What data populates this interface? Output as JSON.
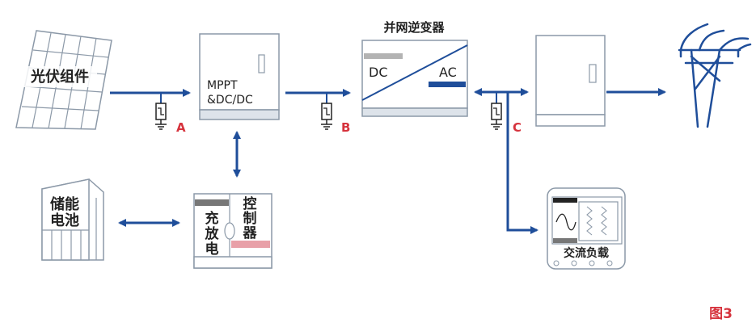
{
  "labels": {
    "pv_array": "光伏组件",
    "mppt_line1": "MPPT",
    "mppt_line2": "&DC/DC",
    "inverter_title": "并网逆变器",
    "dc": "DC",
    "ac": "AC",
    "storage_line1": "储能",
    "storage_line2": "电池",
    "charge_1": "充",
    "charge_2": "放",
    "charge_3": "电",
    "controller_1": "控",
    "controller_2": "制",
    "controller_3": "器",
    "ac_load": "交流负载",
    "spd_a": "A",
    "spd_b": "B",
    "spd_c": "C",
    "figure_label": "图3"
  },
  "colors": {
    "line_blue": "#1f4e9a",
    "border_gray": "#8c99a8",
    "panel_gray": "#dde3ea",
    "marker_red": "#d6333d",
    "bar_gray": "#777777",
    "bar_light": "#b3b3b3",
    "bar_pink": "#e8a0a8",
    "text_dark": "#222222"
  },
  "icons": [
    "spd-surge-protector-icon",
    "ground-icon",
    "utility-tower-icon",
    "sine-wave-icon"
  ]
}
